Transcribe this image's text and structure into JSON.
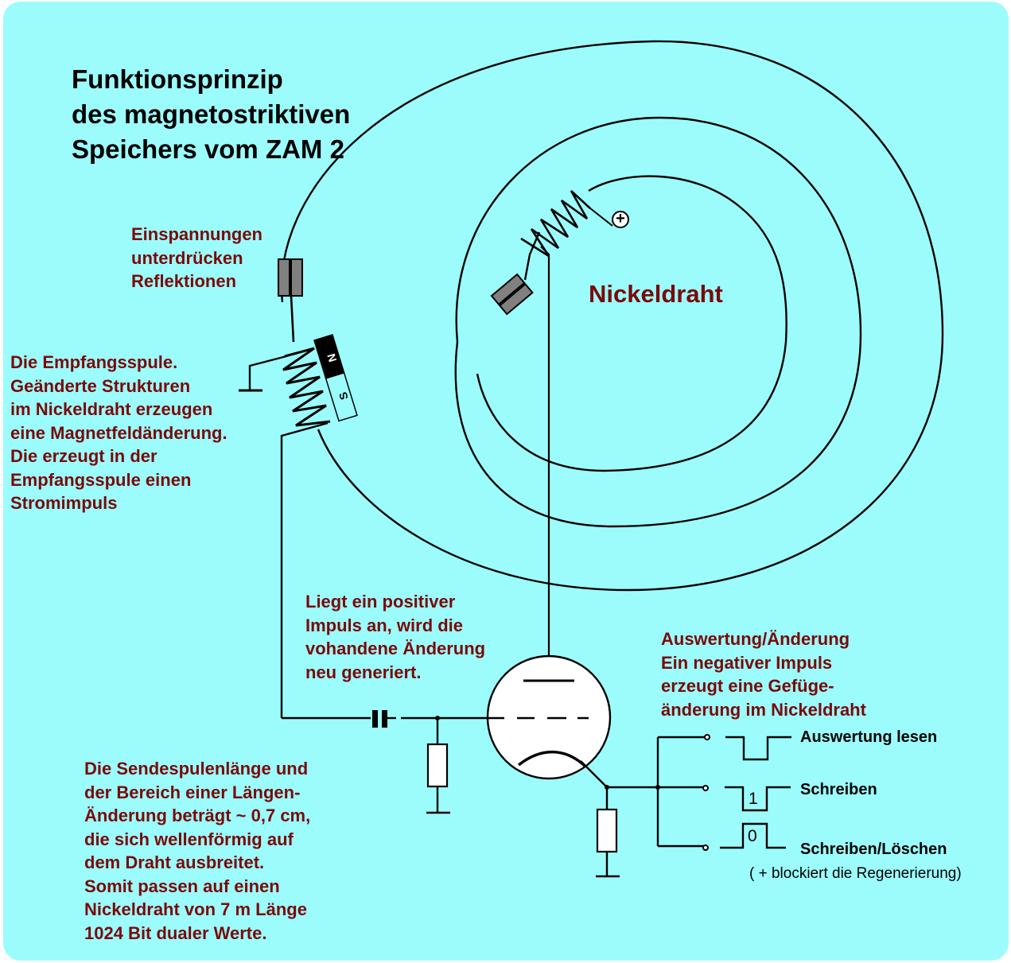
{
  "title": {
    "lines": [
      "Funktionsprinzip",
      "des magnetostriktiven",
      "Speichers vom ZAM 2"
    ]
  },
  "labels": {
    "einspannungen": [
      "Einspannungen",
      "unterdrücken",
      "Reflektionen"
    ],
    "empfangsspule": [
      "Die  Empfangsspule.",
      "Geänderte Strukturen",
      "im Nickeldraht erzeugen",
      "eine Magnetfeldänderung.",
      "Die erzeugt in der",
      "Empfangsspule einen",
      "Stromimpuls"
    ],
    "nickeldraht": "Nickeldraht",
    "positiver_impuls": [
      "Liegt ein positiver",
      "Impuls an, wird die",
      "vohandene Änderung",
      "neu generiert."
    ],
    "auswertung": [
      "Auswertung/Änderung",
      "Ein negativer Impuls",
      "erzeugt eine Gefüge-",
      "änderung im Nickeldraht"
    ],
    "sendespule": [
      "Die Sendespulenlänge und",
      "der Bereich einer  Längen-",
      "Änderung beträgt ~ 0,7 cm,",
      "die sich wellenförmig auf",
      "dem Draht ausbreitet.",
      "Somit passen auf einen",
      "Nickeldraht von 7 m Länge",
      "1024 Bit dualer Werte."
    ]
  },
  "signals": [
    {
      "label": "Auswertung lesen",
      "pulse": "negative",
      "digit": ""
    },
    {
      "label": "Schreiben",
      "pulse": "negative",
      "digit": "1"
    },
    {
      "label": "Schreiben/Löschen",
      "pulse": "positive",
      "digit": "0"
    }
  ],
  "signal_note": "( + blockiert die Regenerierung)",
  "magnet": {
    "north": "N",
    "south": "S"
  },
  "plus_terminal": "+",
  "colors": {
    "background": "#9cfcfc",
    "text_red": "#7a0a0a",
    "line": "#000000",
    "clamp": "#808080"
  }
}
